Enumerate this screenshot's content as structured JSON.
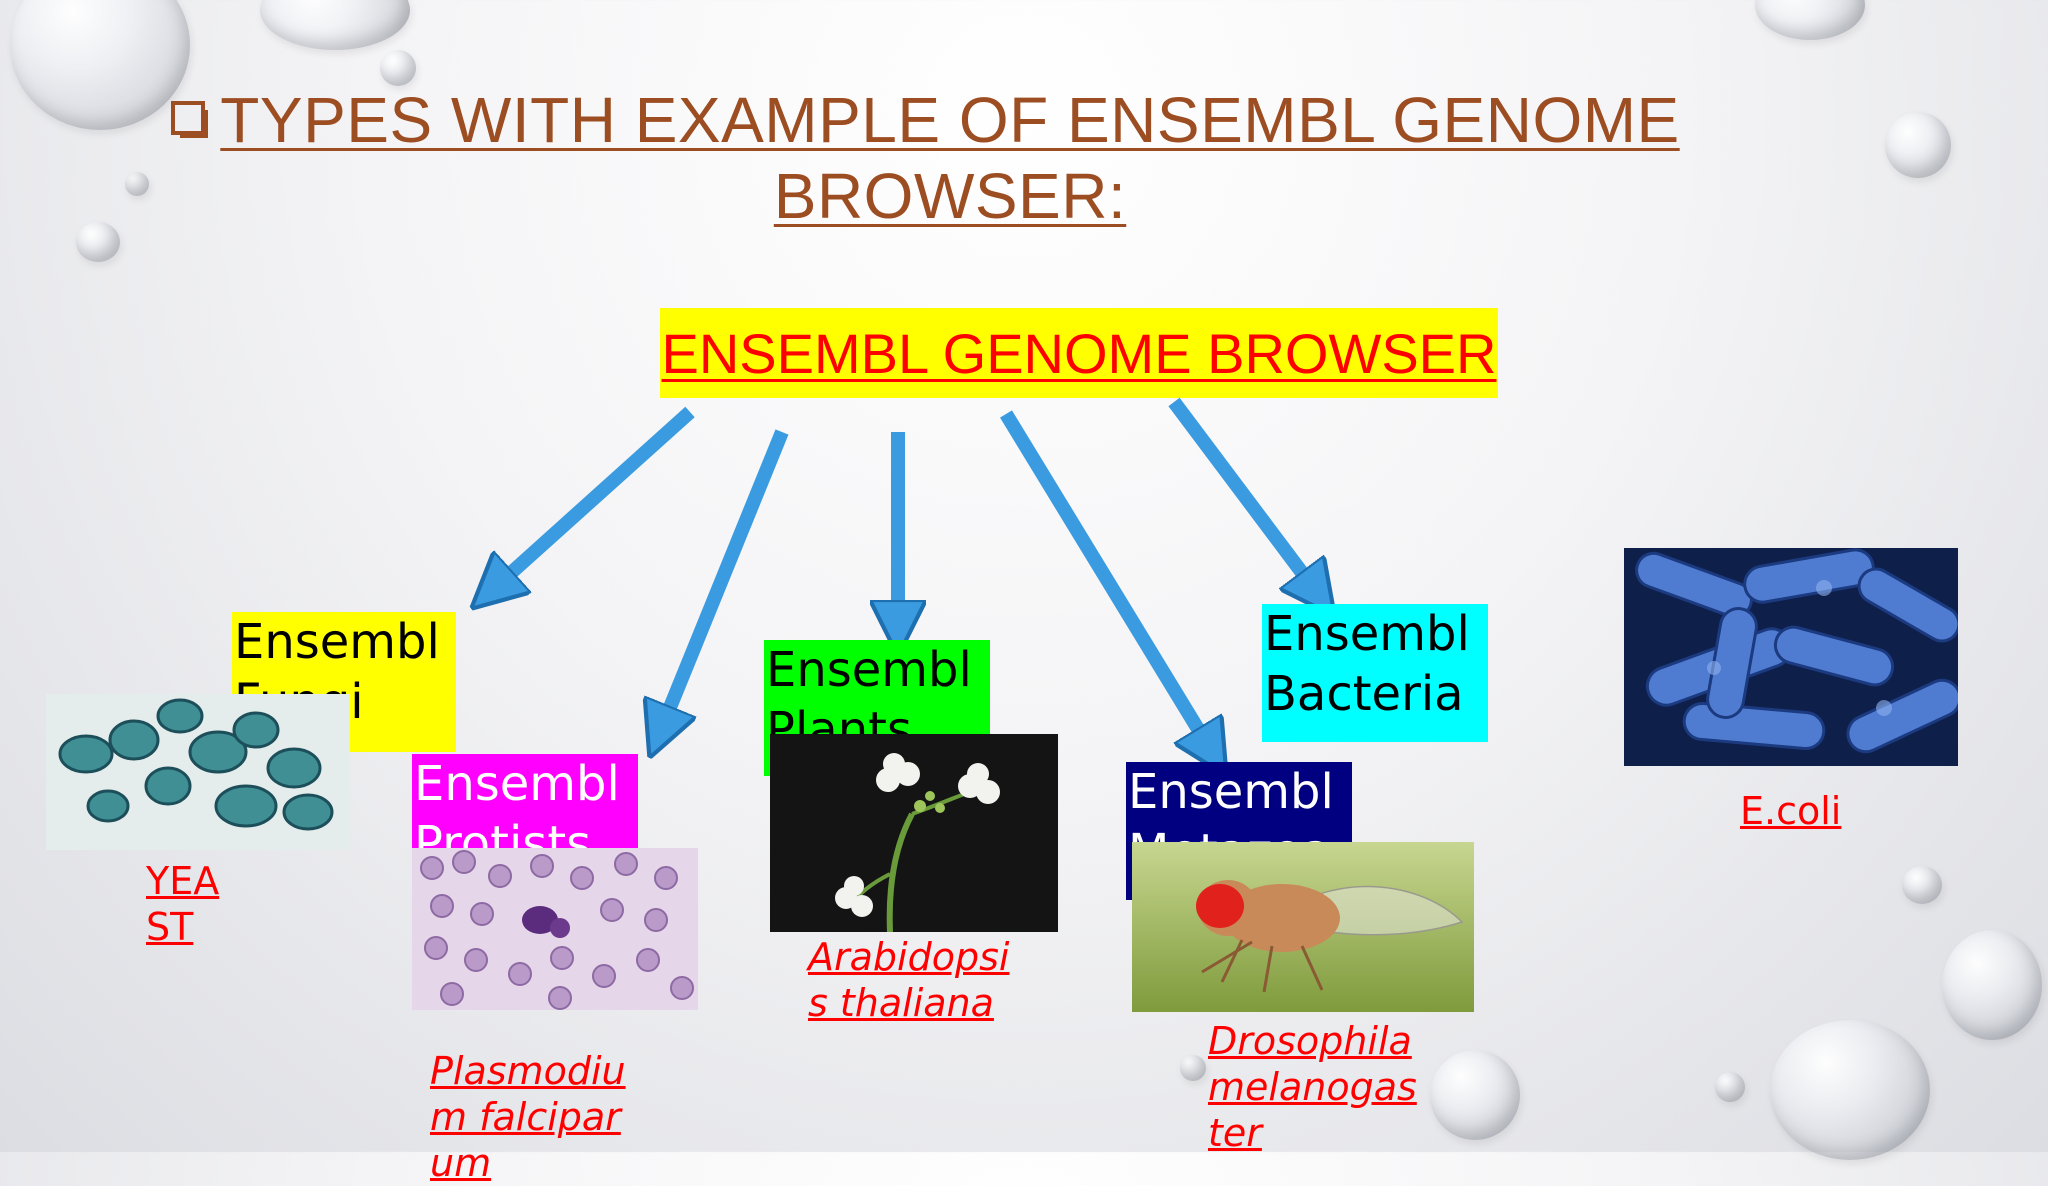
{
  "slide": {
    "title": "TYPES WITH EXAMPLE OF ENSEMBL GENOME BROWSER:",
    "bullet_icon": "hollow-square-bullet",
    "header": "ENSEMBL GENOME BROWSER",
    "branches": [
      {
        "label": "Ensembl Fungi",
        "color": "#ffff00",
        "text_color": "#000000",
        "caption": "YEAST",
        "photo": "yeast-cells"
      },
      {
        "label": "Ensembl Protists",
        "color": "#ff00ff",
        "text_color": "#ffffff",
        "caption": "Plasmodium falciparum",
        "photo": "blood-smear"
      },
      {
        "label": "Ensembl Plants",
        "color": "#00ff00",
        "text_color": "#000000",
        "caption": "Arabidopsis thaliana",
        "photo": "arabidopsis-flower"
      },
      {
        "label": "Ensembl Metazoa",
        "color": "#000080",
        "text_color": "#ffffff",
        "caption": "Drosophila melanogaster",
        "photo": "fruit-fly"
      },
      {
        "label": "Ensembl Bacteria",
        "color": "#00ffff",
        "text_color": "#000000",
        "caption": "E.coli",
        "photo": "e-coli-bacteria"
      }
    ],
    "colors": {
      "title": "#9c4e22",
      "arrow": "#3b9be0",
      "caption": "#ff0000"
    }
  }
}
